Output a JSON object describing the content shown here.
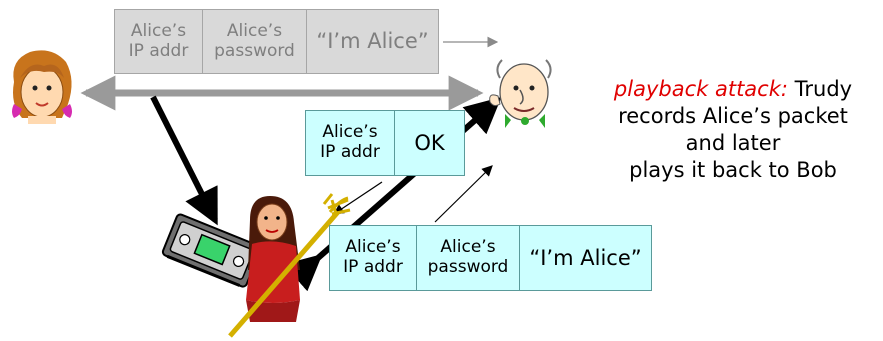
{
  "top_packet": {
    "cell1": "Alice’s\nIP addr",
    "cell2": "Alice’s\npassword",
    "cell3": "“I’m Alice”"
  },
  "ok_packet": {
    "cell1": "Alice’s\nIP addr",
    "cell2": "OK"
  },
  "replay_packet": {
    "cell1": "Alice’s\nIP addr",
    "cell2": "Alice’s\npassword",
    "cell3": "“I’m Alice”"
  },
  "caption": {
    "highlight": "playback attack:",
    "line1_rest": " Trudy",
    "line2": "records Alice’s packet",
    "line3": "and later",
    "line4": "plays it back to Bob"
  },
  "colors": {
    "highlight": "#e00000",
    "gray_packet": "#d9d9d9",
    "cyan_packet": "#ccffff",
    "double_arrow": "#9a9a9a"
  }
}
